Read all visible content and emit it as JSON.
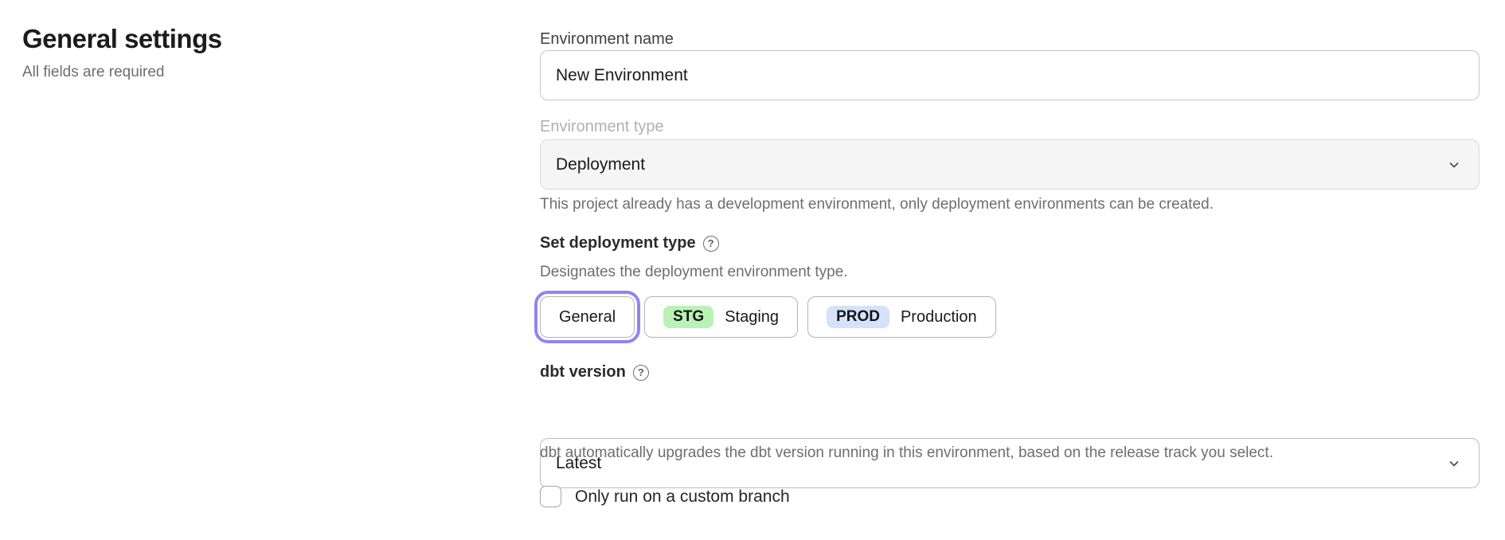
{
  "page": {
    "title": "General settings",
    "subtitle": "All fields are required"
  },
  "form": {
    "environment_name": {
      "label": "Environment name",
      "value": "New Environment"
    },
    "environment_type": {
      "label": "Environment type",
      "value": "Deployment",
      "helper": "This project already has a development environment, only deployment environments can be created."
    },
    "deployment_type": {
      "label": "Set deployment type",
      "help_icon": "?",
      "helper": "Designates the deployment environment type.",
      "options": [
        {
          "label": "General",
          "selected": true
        },
        {
          "badge": "STG",
          "label": "Staging",
          "badge_color": "#b9f2b4"
        },
        {
          "badge": "PROD",
          "label": "Production",
          "badge_color": "#d4e3fb"
        }
      ]
    },
    "dbt_version": {
      "label": "dbt version",
      "help_icon": "?",
      "value": "Latest",
      "helper": "dbt automatically upgrades the dbt version running in this environment, based on the release track you select."
    },
    "custom_branch": {
      "label": "Only run on a custom branch",
      "checked": false
    }
  },
  "colors": {
    "selected_ring": "#9284f0",
    "staging_badge_bg": "#b9f2b4",
    "production_badge_bg": "#d4e3fb",
    "disabled_field_bg": "#f5f5f5"
  }
}
